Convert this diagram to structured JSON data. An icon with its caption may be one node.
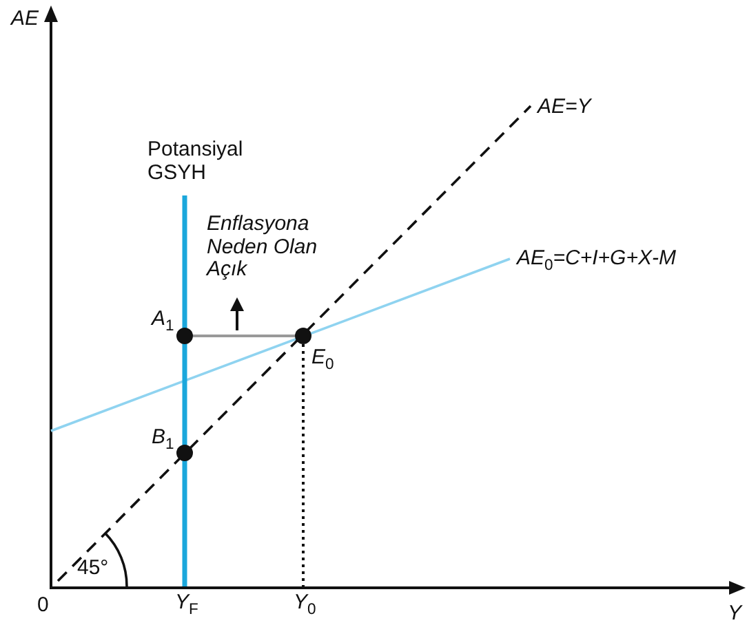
{
  "diagram": {
    "nodes": [
      {
        "text": [],
        "shape": "circle",
        "beside": [
          "A$_{1}$"
        ]
      },
      {
        "text": [],
        "shape": "circle",
        "beside": [
          "E$_{0}$"
        ]
      },
      {
        "text": [],
        "shape": "circle",
        "beside": [
          "B$_{1}$"
        ]
      }
    ],
    "edges": [
      {
        "from": 0,
        "to": 1,
        "arrow": "none"
      }
    ],
    "labels": [
      "AE",
      "Potansiyal GSYH",
      "AE=Y",
      "Enflasyona Neden Olan Açık",
      "AE$_{0}$=C+I+G+X-M",
      "45°",
      "0",
      "Y$_{F}$",
      "Y$_{0}$",
      "Y"
    ]
  }
}
